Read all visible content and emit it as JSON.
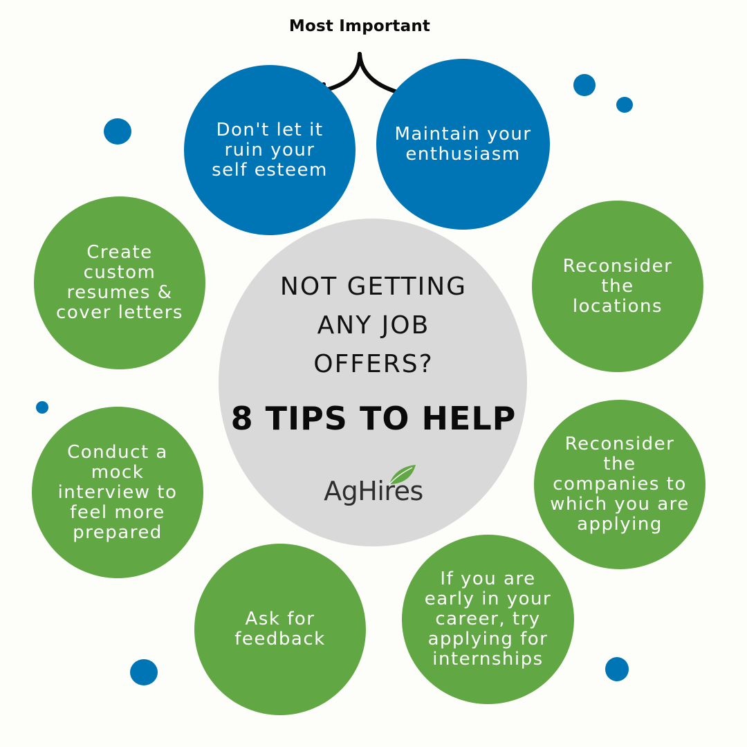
{
  "header": {
    "most_important": "Most Important"
  },
  "center": {
    "question": "NOT GETTING\nANY JOB\nOFFERS?",
    "tips_title": "8 TIPS TO HELP",
    "logo": "AgHires"
  },
  "tips": [
    {
      "text": "Don't let it\nruin your\nself esteem",
      "color": "blue"
    },
    {
      "text": "Maintain your\nenthusiasm",
      "color": "blue"
    },
    {
      "text": "Reconsider\nthe\nlocations",
      "color": "green"
    },
    {
      "text": "Reconsider\nthe\ncompanies to\nwhich you are\napplying",
      "color": "green"
    },
    {
      "text": "If you are\nearly in your\ncareer, try\napplying for\ninternships",
      "color": "green"
    },
    {
      "text": "Ask for\nfeedback",
      "color": "green"
    },
    {
      "text": "Conduct a\nmock\ninterview to\nfeel more\nprepared",
      "color": "green"
    },
    {
      "text": "Create\ncustom\nresumes &\ncover letters",
      "color": "green"
    }
  ],
  "colors": {
    "blue": "#0075b6",
    "green": "#61a844",
    "center": "#d9d9d9",
    "logo_leaf": "#61a844"
  },
  "icons": {
    "arrows": "curved-double-arrow-icon",
    "logo_leaf": "leaf-icon"
  }
}
